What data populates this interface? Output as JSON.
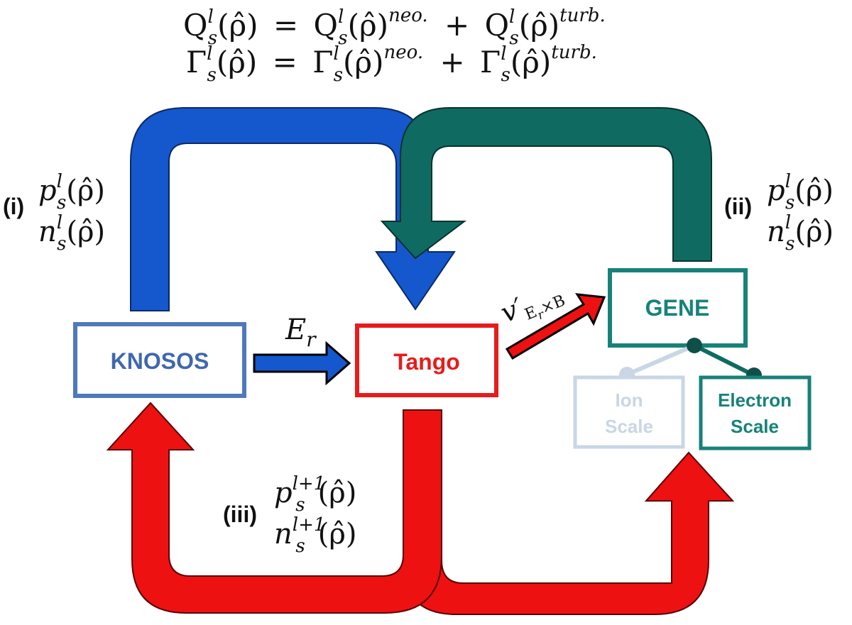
{
  "equations": {
    "heat_flux": {
      "base": "Q",
      "sub": "s",
      "sup": "l",
      "arg": "(ρ̂)",
      "equals": "=",
      "plus": "+",
      "neo_sup": "neo.",
      "turb_sup": "turb."
    },
    "particle_flux": {
      "base": "Γ",
      "sub": "s",
      "sup": "l",
      "arg": "(ρ̂)",
      "equals": "=",
      "plus": "+",
      "neo_sup": "neo.",
      "turb_sup": "turb."
    }
  },
  "labels": {
    "i": "(i)",
    "ii": "(ii)",
    "iii": "(iii)"
  },
  "profiles": {
    "p": "p",
    "n": "n",
    "sub": "s",
    "sup_l": "l",
    "sup_l1": "l+1",
    "arg": "(ρ̂)"
  },
  "boxes": {
    "knosos": "KNOSOS",
    "tango": "Tango",
    "gene": "GENE",
    "ion_line1": "Ion",
    "ion_line2": "Scale",
    "electron_line1": "Electron",
    "electron_line2": "Scale"
  },
  "arrow_labels": {
    "er_base": "E",
    "er_sub": "r",
    "v_base": "v′",
    "v_sub_base": "E",
    "v_sub_sub": "r",
    "v_sub_rest": "×B"
  },
  "colors": {
    "blue": "#1557cc",
    "teal": "#0f6b61",
    "red": "#ee1111",
    "knosos_box": "#4f79bc",
    "tango_box": "#e61c1c",
    "gene_box": "#17827a",
    "ion_box": "#c9d6e6",
    "text": "#111111"
  }
}
